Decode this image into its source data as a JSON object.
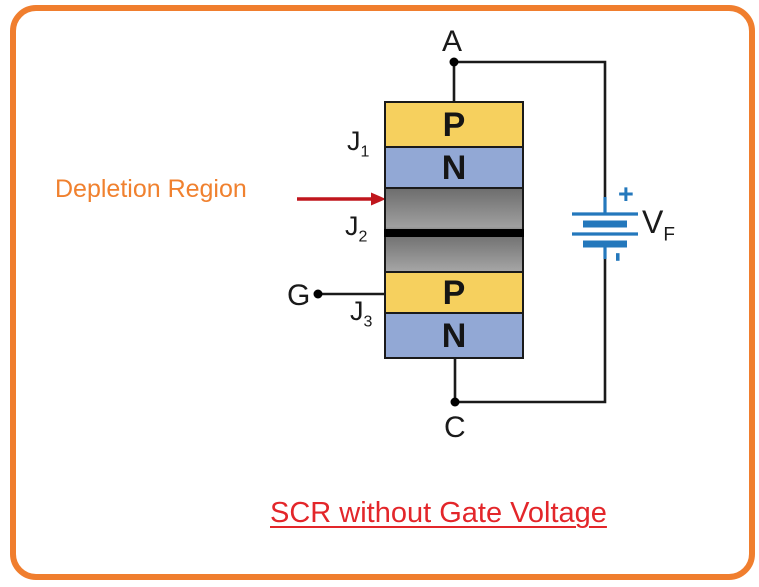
{
  "title": "SCR without Gate Voltage",
  "callout": {
    "depletion_region": "Depletion Region"
  },
  "terminals": {
    "anode": "A",
    "cathode": "C",
    "gate": "G"
  },
  "junctions": {
    "j1": {
      "base": "J",
      "sub": "1"
    },
    "j2": {
      "base": "J",
      "sub": "2"
    },
    "j3": {
      "base": "J",
      "sub": "3"
    }
  },
  "layers": [
    {
      "id": "p-top",
      "label": "P"
    },
    {
      "id": "n-top",
      "label": "N"
    },
    {
      "id": "depletion",
      "label": ""
    },
    {
      "id": "p-bottom",
      "label": "P"
    },
    {
      "id": "n-bottom",
      "label": "N"
    }
  ],
  "battery": {
    "plus": "+",
    "minus": "-",
    "source": {
      "base": "V",
      "sub": "F"
    }
  },
  "colors": {
    "frame_orange": "#f07e2e",
    "p_yellow": "#f6d05e",
    "n_blue": "#92a8d5",
    "depletion_gray": "#8b8b8b",
    "junction_band_black": "#000000",
    "battery_blue": "#2478bc",
    "depletion_text_orange": "#f0812f",
    "arrow_red": "#c0161d",
    "title_red": "#e3262a",
    "wire_black": "#1a1a1a"
  }
}
